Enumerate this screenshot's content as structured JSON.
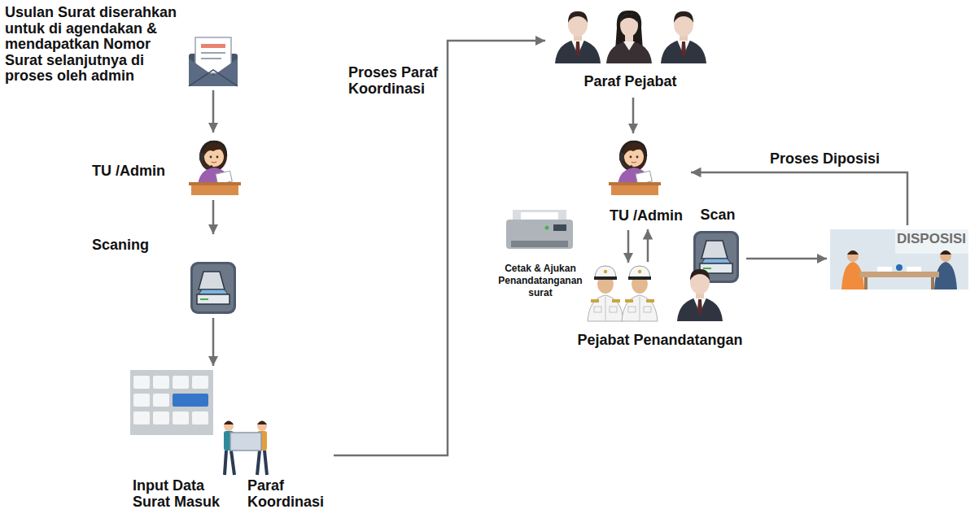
{
  "diagram": {
    "nodes": [
      {
        "text": [
          "Usulan Surat diserahkan untuk di agendakan & mendapatkan Nomor Surat selanjutnya di proses oleh admin"
        ]
      },
      {
        "text": [
          "TU /Admin"
        ]
      },
      {
        "text": [
          "Scaning"
        ]
      },
      {
        "text": [
          "Input Data Surat Masuk"
        ]
      },
      {
        "text": [
          "Paraf Koordinasi"
        ]
      },
      {
        "text": [
          "Paraf Pejabat"
        ]
      },
      {
        "text": [
          "TU /Admin"
        ]
      },
      {
        "text": [
          "Scan"
        ]
      },
      {
        "text": [
          "DISPOSISI"
        ]
      },
      {
        "text": [
          "Cetak & Ajukan Penandatanganan surat"
        ]
      },
      {
        "text": [
          "Pejabat Penandatangan"
        ]
      }
    ],
    "edges": [
      {
        "from": 0,
        "to": 1,
        "arrow": "to"
      },
      {
        "from": 1,
        "to": 2,
        "arrow": "to"
      },
      {
        "from": 2,
        "to": 3,
        "arrow": "to"
      },
      {
        "from": 4,
        "to": 5,
        "label": "Proses Paraf Koordinasi",
        "arrow": "to"
      },
      {
        "from": 5,
        "to": 6,
        "arrow": "to"
      },
      {
        "from": 6,
        "to": 10,
        "arrow": "to"
      },
      {
        "from": 10,
        "to": 6,
        "arrow": "to"
      },
      {
        "from": 7,
        "to": 8,
        "arrow": "to"
      },
      {
        "from": 8,
        "to": 6,
        "label": "Proses Diposisi",
        "arrow": "to"
      }
    ]
  }
}
